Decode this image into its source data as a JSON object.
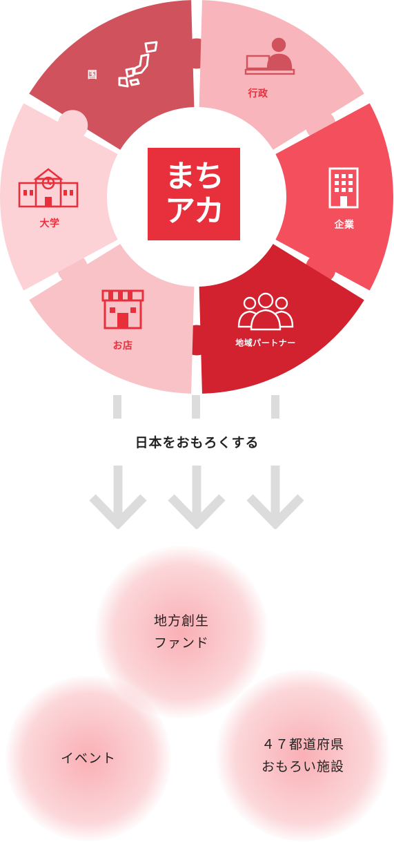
{
  "segments": [
    {
      "label": "国",
      "icon": "japan-map-icon",
      "color": "#d0525c"
    },
    {
      "label": "行政",
      "icon": "official-at-desk-icon",
      "color": "#f9b5bc"
    },
    {
      "label": "企業",
      "icon": "building-icon",
      "color": "#f44f5d"
    },
    {
      "label": "地域パートナー",
      "icon": "group-of-people-icon",
      "color": "#d2212f"
    },
    {
      "label": "お店",
      "icon": "shop-icon",
      "color": "#f8c2c7"
    },
    {
      "label": "大学",
      "icon": "school-clock-icon",
      "color": "#fcd2d6"
    }
  ],
  "logo": {
    "line1": "まち",
    "line2": "アカ"
  },
  "tagline": "日本をおもろくする",
  "outcomes": {
    "fund": {
      "line1": "地方創生",
      "line2": "ファンド"
    },
    "event": {
      "line1": "イベント"
    },
    "facilities": {
      "line1": "４７都道府県",
      "line2": "おもろい施設"
    }
  },
  "colors": {
    "accent": "#e8303d",
    "arrow": "#dcdcdc"
  }
}
